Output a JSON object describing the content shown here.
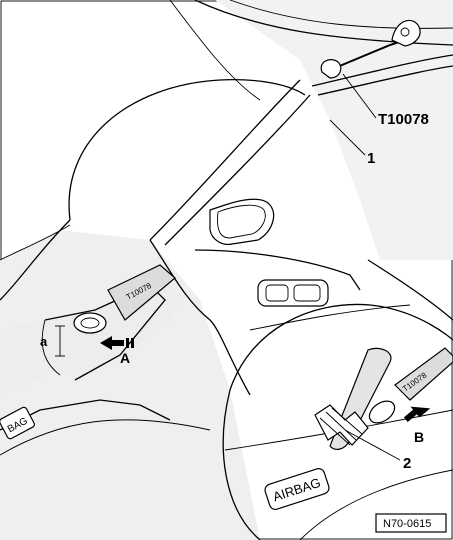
{
  "figure_id": "N70-0615",
  "callouts": {
    "tool": "T10078",
    "part1": "1",
    "part2": "2",
    "arrowA": "A",
    "arrowB": "B",
    "dim_a": "a"
  },
  "labels": {
    "airbag_main": "AIRBAG",
    "airbag_side": "BAG",
    "tool_tag": "T10078"
  }
}
